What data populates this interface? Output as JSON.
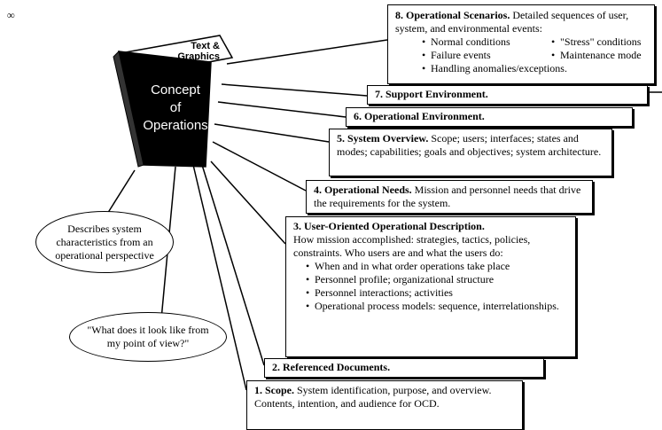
{
  "corner_mark": "∞",
  "book": {
    "tab_label_line1": "Text &",
    "tab_label_line2": "Graphics",
    "title_line1": "Concept",
    "title_line2": "of",
    "title_line3": "Operations"
  },
  "callouts": {
    "describes": "Describes system characteristics from an operational perspective",
    "what_does": "\"What does it look like from my point of view?\""
  },
  "cards": {
    "c8": {
      "heading": "8. Operational Scenarios.",
      "text": "Detailed sequences of user, system, and environmental events:",
      "bullets_left": [
        "Normal conditions",
        "Failure events"
      ],
      "bullets_right": [
        "\"Stress\" conditions",
        "Maintenance mode"
      ],
      "bullet_full": "Handling anomalies/exceptions."
    },
    "c7": {
      "heading": "7. Support Environment."
    },
    "c6": {
      "heading": "6. Operational Environment."
    },
    "c5": {
      "heading": "5. System Overview.",
      "text": "Scope; users; interfaces; states and modes; capabilities; goals and objectives; system architecture."
    },
    "c4": {
      "heading": "4. Operational Needs.",
      "text": "Mission and personnel needs that drive the requirements for the system."
    },
    "c3": {
      "heading": "3. User-Oriented Operational Description.",
      "text": "How mission accomplished:  strategies, tactics, policies, constraints.  Who users are and what the users do:",
      "bullets": [
        "When and in what order operations take place",
        "Personnel profile; organizational structure",
        "Personnel interactions; activities",
        "Operational process models:  sequence, interrelationships."
      ]
    },
    "c2": {
      "heading": "2. Referenced Documents."
    },
    "c1": {
      "heading": "1. Scope.",
      "text": "System identification, purpose, and overview.  Contents, intention, and audience for OCD."
    }
  }
}
